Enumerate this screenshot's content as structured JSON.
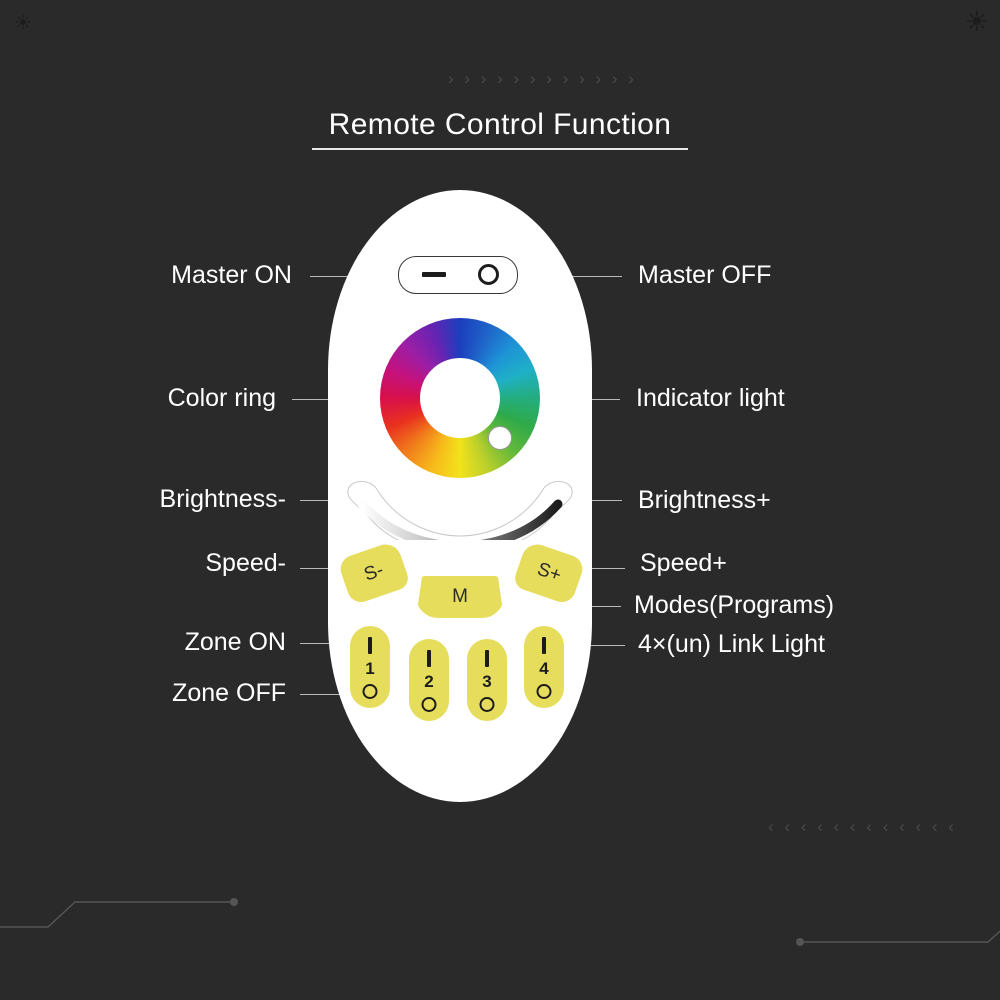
{
  "page": {
    "background_color": "#2a2a2a",
    "title": "Remote Control Function",
    "deco_chevrons_top": "› › › › › › › › › › › ›",
    "deco_chevrons_bottom": "‹ ‹ ‹ ‹ ‹ ‹ ‹ ‹ ‹ ‹ ‹ ‹"
  },
  "colors": {
    "background": "#2a2a2a",
    "remote_body": "#ffffff",
    "button_yellow": "#e6dd5d",
    "label_text": "#ffffff",
    "leader_line": "#b9b9b9",
    "mark_dark": "#1c1c1c"
  },
  "labels": {
    "left": [
      {
        "text": "Master ON",
        "target": "master-on-mark"
      },
      {
        "text": "Color ring",
        "target": "color-ring"
      },
      {
        "text": "Brightness-",
        "target": "sun-minus"
      },
      {
        "text": "Speed-",
        "target": "btn-speed-minus"
      },
      {
        "text": "Zone ON",
        "target": "zone-i"
      },
      {
        "text": "Zone OFF",
        "target": "zone-o"
      }
    ],
    "right": [
      {
        "text": "Master OFF",
        "target": "master-off-mark"
      },
      {
        "text": "Indicator light",
        "target": "indicator-light"
      },
      {
        "text": "Brightness+",
        "target": "sun-plus"
      },
      {
        "text": "Speed+",
        "target": "btn-speed-plus"
      },
      {
        "text": "Modes(Programs)",
        "target": "btn-modes"
      },
      {
        "text": "4×(un) Link Light",
        "target": "zone-4"
      }
    ]
  },
  "remote": {
    "master_pill": {
      "on_symbol": "—",
      "off_symbol": "○"
    },
    "speed_minus_label": "S-",
    "speed_plus_label": "S+",
    "modes_label": "M",
    "zones": [
      {
        "number": "1",
        "on_symbol": "I",
        "off_symbol": "O"
      },
      {
        "number": "2",
        "on_symbol": "I",
        "off_symbol": "O"
      },
      {
        "number": "3",
        "on_symbol": "I",
        "off_symbol": "O"
      },
      {
        "number": "4",
        "on_symbol": "I",
        "off_symbol": "O"
      }
    ],
    "brightness": {
      "minus_icon": "sun-small-icon",
      "plus_icon": "sun-large-icon"
    }
  }
}
